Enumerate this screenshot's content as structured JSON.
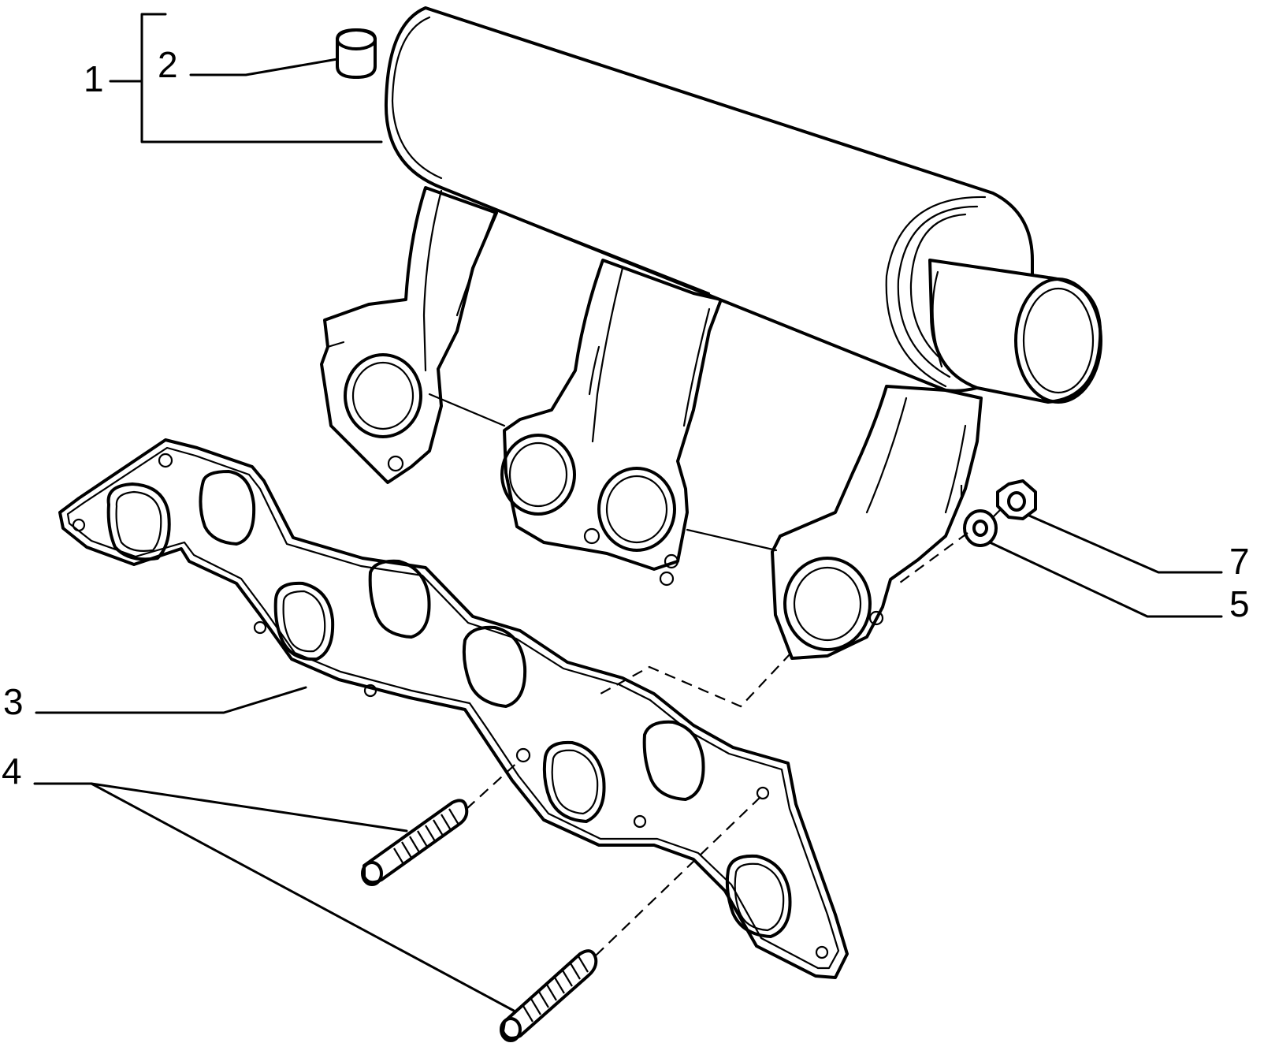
{
  "diagram": {
    "callouts": {
      "c1": "1",
      "c2": "2",
      "c3": "3",
      "c4": "4",
      "c5": "5",
      "c7": "7"
    }
  }
}
